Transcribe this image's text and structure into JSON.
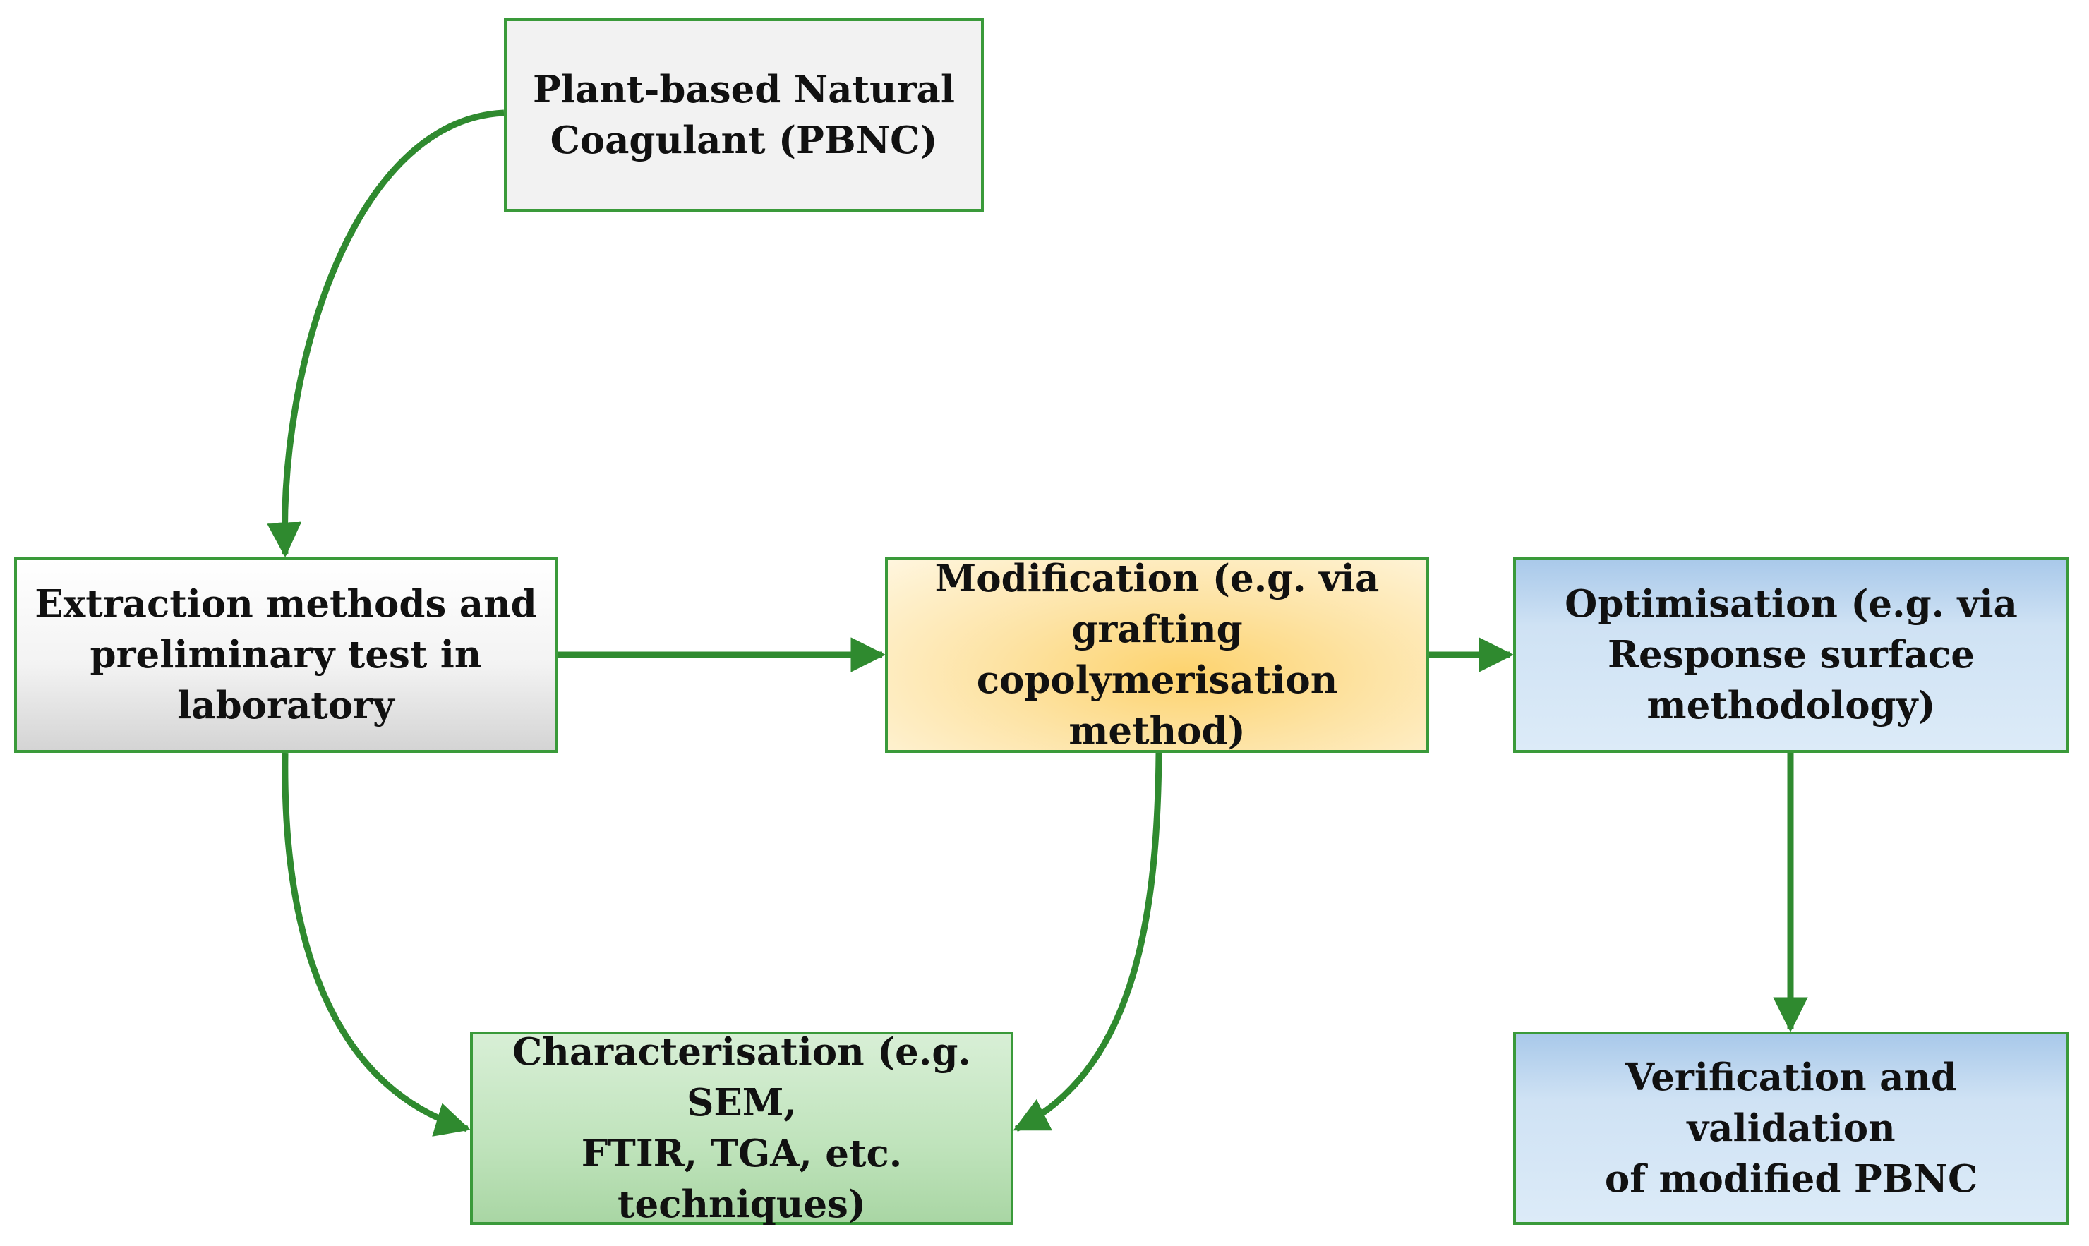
{
  "diagram": {
    "nodes": {
      "pbnc": [
        "Plant-based Natural",
        "Coagulant (PBNC)"
      ],
      "extraction": [
        "Extraction methods and",
        "preliminary test in",
        "laboratory"
      ],
      "modification": [
        "Modification (e.g. via",
        "grafting copolymerisation",
        "method)"
      ],
      "optimisation": [
        "Optimisation (e.g. via",
        "Response surface",
        "methodology)"
      ],
      "characterisation": [
        "Characterisation (e.g. SEM,",
        "FTIR, TGA, etc. techniques)"
      ],
      "verification": [
        "Verification and validation",
        "of modified PBNC"
      ]
    },
    "edges": [
      {
        "from": "pbnc",
        "to": "extraction"
      },
      {
        "from": "extraction",
        "to": "modification"
      },
      {
        "from": "modification",
        "to": "optimisation"
      },
      {
        "from": "extraction",
        "to": "characterisation"
      },
      {
        "from": "modification",
        "to": "characterisation"
      },
      {
        "from": "optimisation",
        "to": "verification"
      }
    ],
    "colors": {
      "border": "#3a9a3a",
      "arrow": "#2f8a2f",
      "modification_fill": "#fdd36e",
      "optimisation_fill": "#cfe2f4",
      "characterisation_fill": "#bfe3bb"
    }
  }
}
